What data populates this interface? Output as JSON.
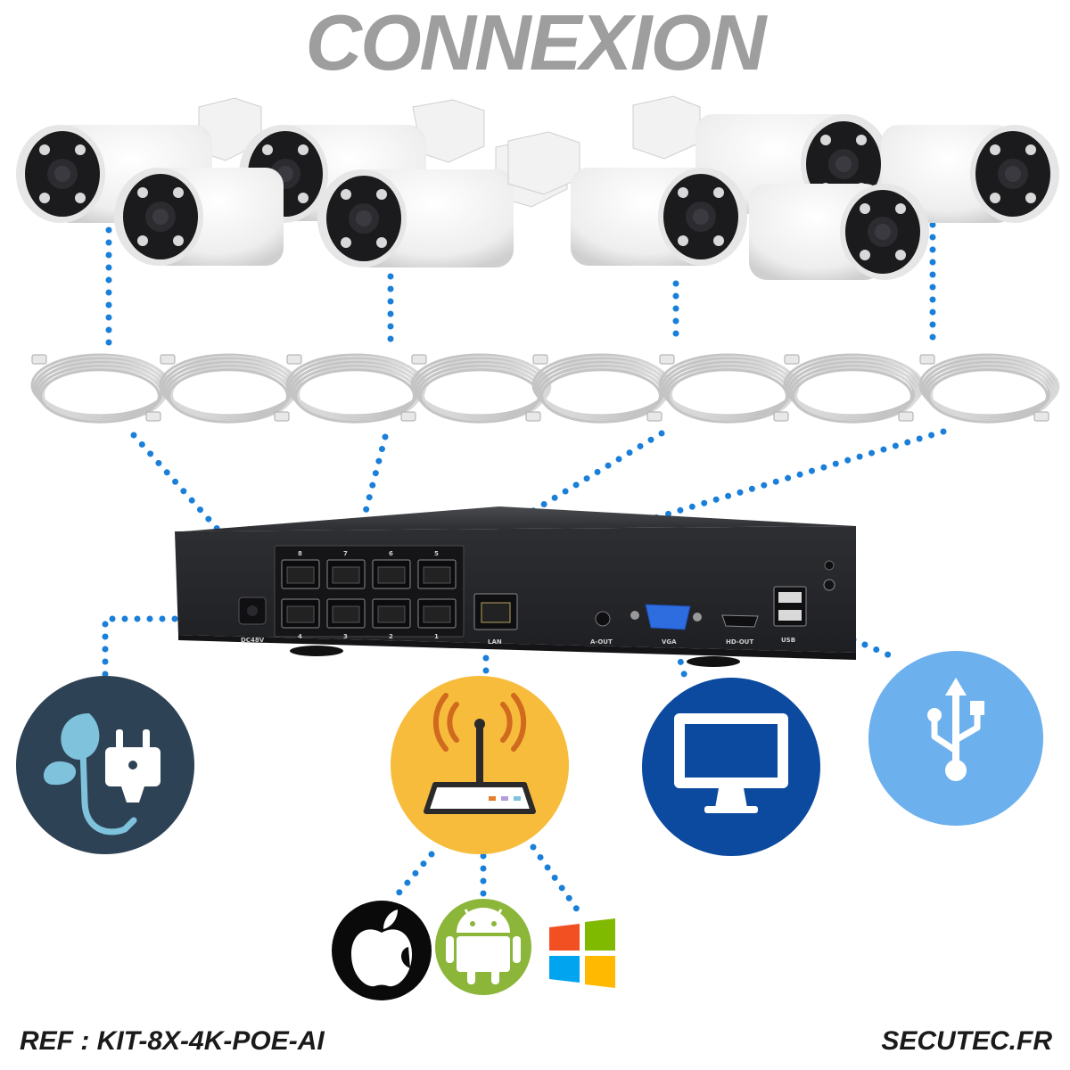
{
  "title": "CONNEXION",
  "footer": {
    "ref": "REF : KIT-8X-4K-POE-AI",
    "site": "SECUTEC.FR"
  },
  "nvr": {
    "ports": {
      "power": "DC48V",
      "lan": "LAN",
      "audio_out": "A-OUT",
      "vga": "VGA",
      "hdmi": "HD-OUT",
      "usb": "USB",
      "poe_top": [
        "8",
        "7",
        "6",
        "5"
      ],
      "poe_bottom": [
        "4",
        "3",
        "2",
        "1"
      ]
    }
  },
  "icons": {
    "power": "power-plug-leaf-icon",
    "router": "wifi-router-icon",
    "monitor": "monitor-icon",
    "usb": "usb-icon",
    "apple": "apple-icon",
    "android": "android-icon",
    "windows": "windows-icon"
  },
  "colors": {
    "title": "#9e9e9e",
    "dots": "#1a7fd9",
    "power_circle": "#2e4255",
    "router_circle": "#f7bc3c",
    "monitor_circle": "#0b4a9e",
    "usb_circle": "#6db0ee",
    "android_circle": "#8bb63a",
    "nvr_body": "#2b2c2f"
  }
}
